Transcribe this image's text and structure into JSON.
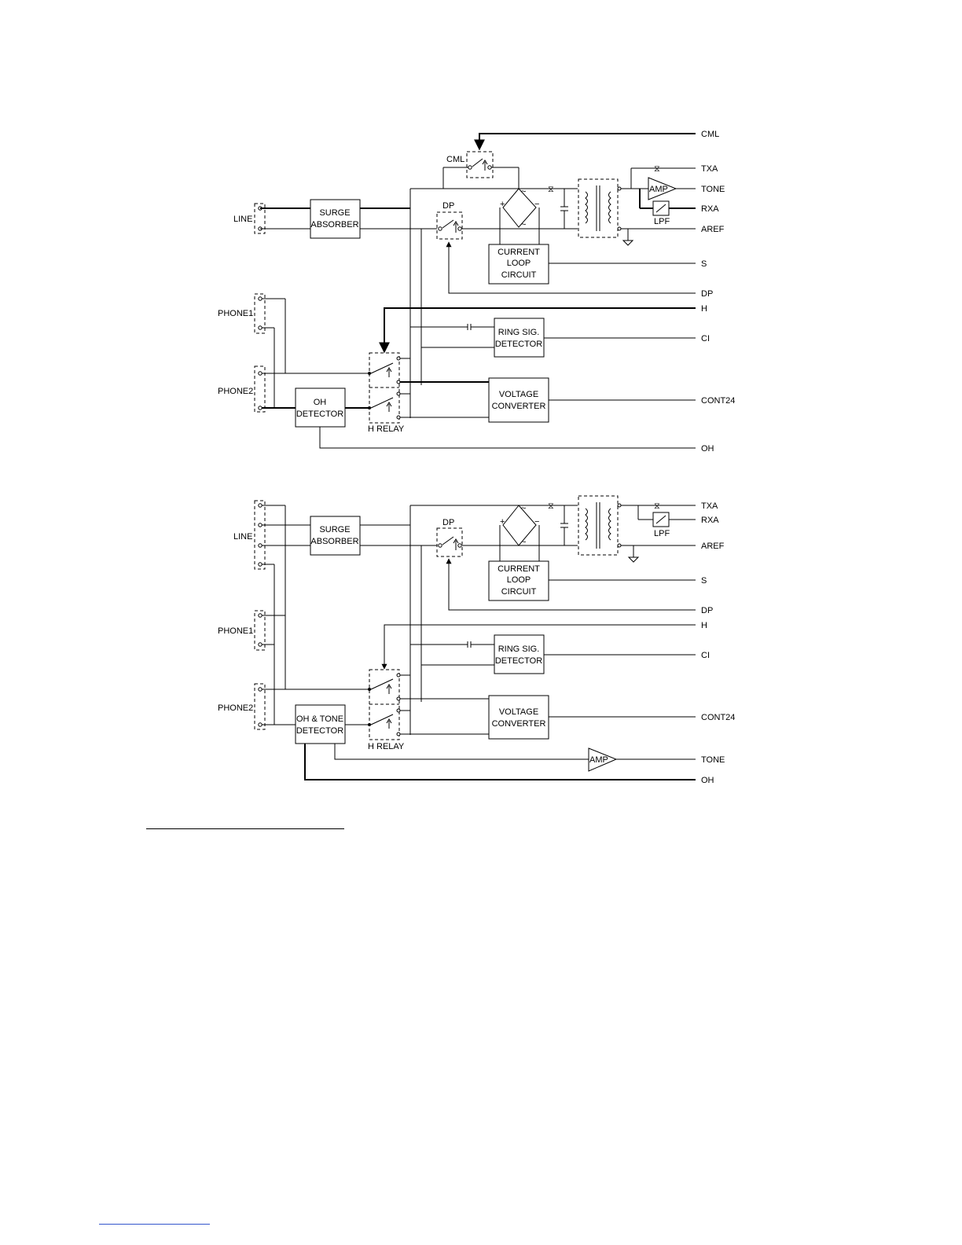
{
  "top": {
    "connectors": {
      "line": "LINE",
      "phone1": "PHONE1",
      "phone2": "PHONE2"
    },
    "blocks": {
      "surge": [
        "SURGE",
        "ABSORBER"
      ],
      "current_loop": [
        "CURRENT",
        "LOOP",
        "CIRCUIT"
      ],
      "ring": [
        "RING SIG.",
        "DETECTOR"
      ],
      "voltage": [
        "VOLTAGE",
        "CONVERTER"
      ],
      "oh": [
        "OH",
        "DETECTOR"
      ],
      "amp": "AMP",
      "lpf": "LPF"
    },
    "switches": {
      "cml": "CML",
      "dp": "DP",
      "h_relay": "H RELAY"
    },
    "signals": [
      "CML",
      "TXA",
      "TONE",
      "RXA",
      "AREF",
      "S",
      "DP",
      "H",
      "CI",
      "CONT24",
      "OH"
    ]
  },
  "bottom": {
    "connectors": {
      "line": "LINE",
      "phone1": "PHONE1",
      "phone2": "PHONE2"
    },
    "blocks": {
      "surge": [
        "SURGE",
        "ABSORBER"
      ],
      "current_loop": [
        "CURRENT",
        "LOOP",
        "CIRCUIT"
      ],
      "ring": [
        "RING SIG.",
        "DETECTOR"
      ],
      "voltage": [
        "VOLTAGE",
        "CONVERTER"
      ],
      "oh_tone": [
        "OH & TONE",
        "DETECTOR"
      ],
      "amp": "AMP",
      "lpf": "LPF"
    },
    "switches": {
      "dp": "DP",
      "h_relay": "H RELAY"
    },
    "signals": [
      "TXA",
      "RXA",
      "AREF",
      "S",
      "DP",
      "H",
      "CI",
      "CONT24",
      "TONE",
      "OH"
    ]
  },
  "symbols": {
    "bridge_plus": "+",
    "bridge_minus": "−",
    "bridge_ac": "~"
  }
}
